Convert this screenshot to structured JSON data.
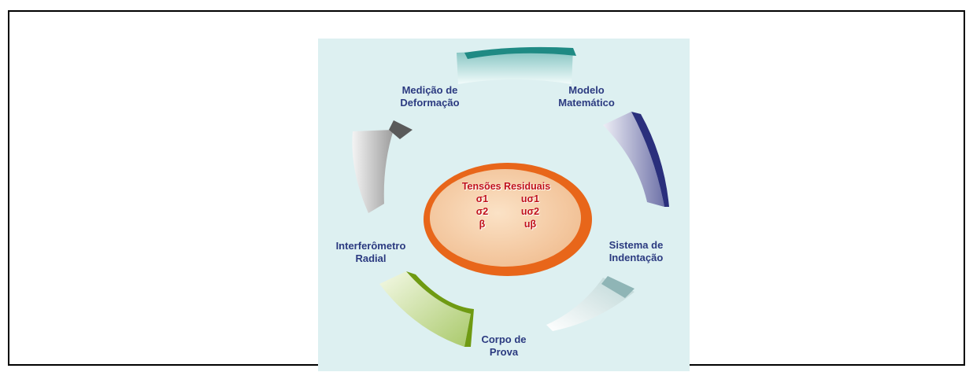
{
  "diagram": {
    "center": {
      "title": "Tensões Residuais",
      "rows": [
        {
          "left": "σ1",
          "right": "uσ1"
        },
        {
          "left": "σ2",
          "right": "uσ2"
        },
        {
          "left": "β",
          "right": "uβ"
        }
      ]
    },
    "nodes": {
      "deformation": {
        "line1": "Medição de",
        "line2": "Deformação"
      },
      "model": {
        "line1": "Modelo",
        "line2": "Matemático"
      },
      "indentation": {
        "line1": "Sistema de",
        "line2": "Indentação"
      },
      "specimen": {
        "line1": "Corpo de",
        "line2": "Prova"
      },
      "interferometer": {
        "line1": "Interferômetro",
        "line2": "Radial"
      }
    },
    "colors": {
      "background": "#ddf0f1",
      "label_text": "#2b3a80",
      "center_text": "#c0101a",
      "ellipse_outer": "#e8661a",
      "ellipse_inner": "#f6cfa6",
      "segment_top": "#1f8a84",
      "segment_right": "#2a2f7c",
      "segment_bottom_right": "#8fb5b6",
      "segment_bottom": "#6f9a12",
      "segment_left": "#5a5a5a"
    }
  }
}
